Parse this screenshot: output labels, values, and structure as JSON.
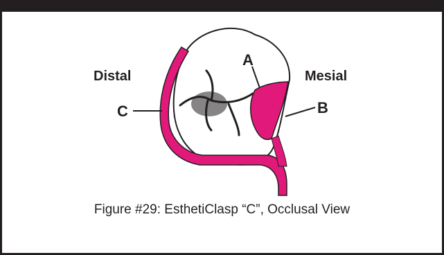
{
  "labels": {
    "distal": "Distal",
    "mesial": "Mesial",
    "a": "A",
    "b": "B",
    "c": "C"
  },
  "caption": "Figure #29: EsthetiClasp “C”, Occlusal View",
  "colors": {
    "clasp": "#e1197a",
    "ink": "#231f20",
    "background": "#ffffff"
  }
}
